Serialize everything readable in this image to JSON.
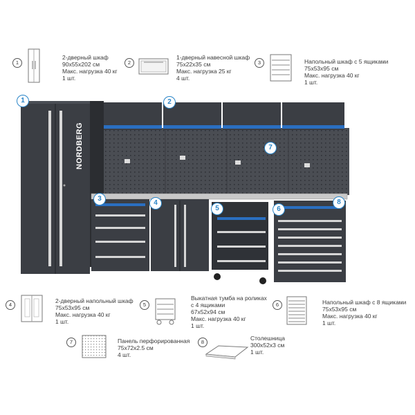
{
  "brand": "NORDBERG",
  "colors": {
    "cabinet": "#3b3e44",
    "cabinet_dark": "#2b2d31",
    "accent_blue": "#2a6fc1",
    "badge_blue": "#2a85c8",
    "metal": "#c9c9c9"
  },
  "legend": [
    {
      "num": "1",
      "text": "2-дверный шкаф\n90x55x202 см\nМакс. нагрузка 40 кг\n1 шт."
    },
    {
      "num": "2",
      "text": "1-дверный навесной шкаф\n75x22x35 см\nМакс. нагрузка 25 кг\n4 шт."
    },
    {
      "num": "3",
      "text": "Напольный шкаф с 5 ящиками\n75x53x95 см\nМакс. нагрузка 40 кг\n1 шт."
    },
    {
      "num": "4",
      "text": "2-дверный напольный шкаф\n75x53x95 см\nМакс. нагрузка 40 кг\n1 шт."
    },
    {
      "num": "5",
      "text": "Выкатная тумба на роликах\nс 4 ящиками\n67x52x94 см\nМакс. нагрузка 40 кг\n1 шт."
    },
    {
      "num": "6",
      "text": "Напольный шкаф с 8 ящиками\n75x53x95 см\nМакс. нагрузка 40 кг\n1 шт."
    },
    {
      "num": "7",
      "text": "Панель перфорированная\n75x72x2.5 см\n4 шт."
    },
    {
      "num": "8",
      "text": "Столешница\n300x52x3 см\n1 шт."
    }
  ],
  "badges": [
    "1",
    "2",
    "3",
    "4",
    "5",
    "6",
    "7",
    "8"
  ]
}
